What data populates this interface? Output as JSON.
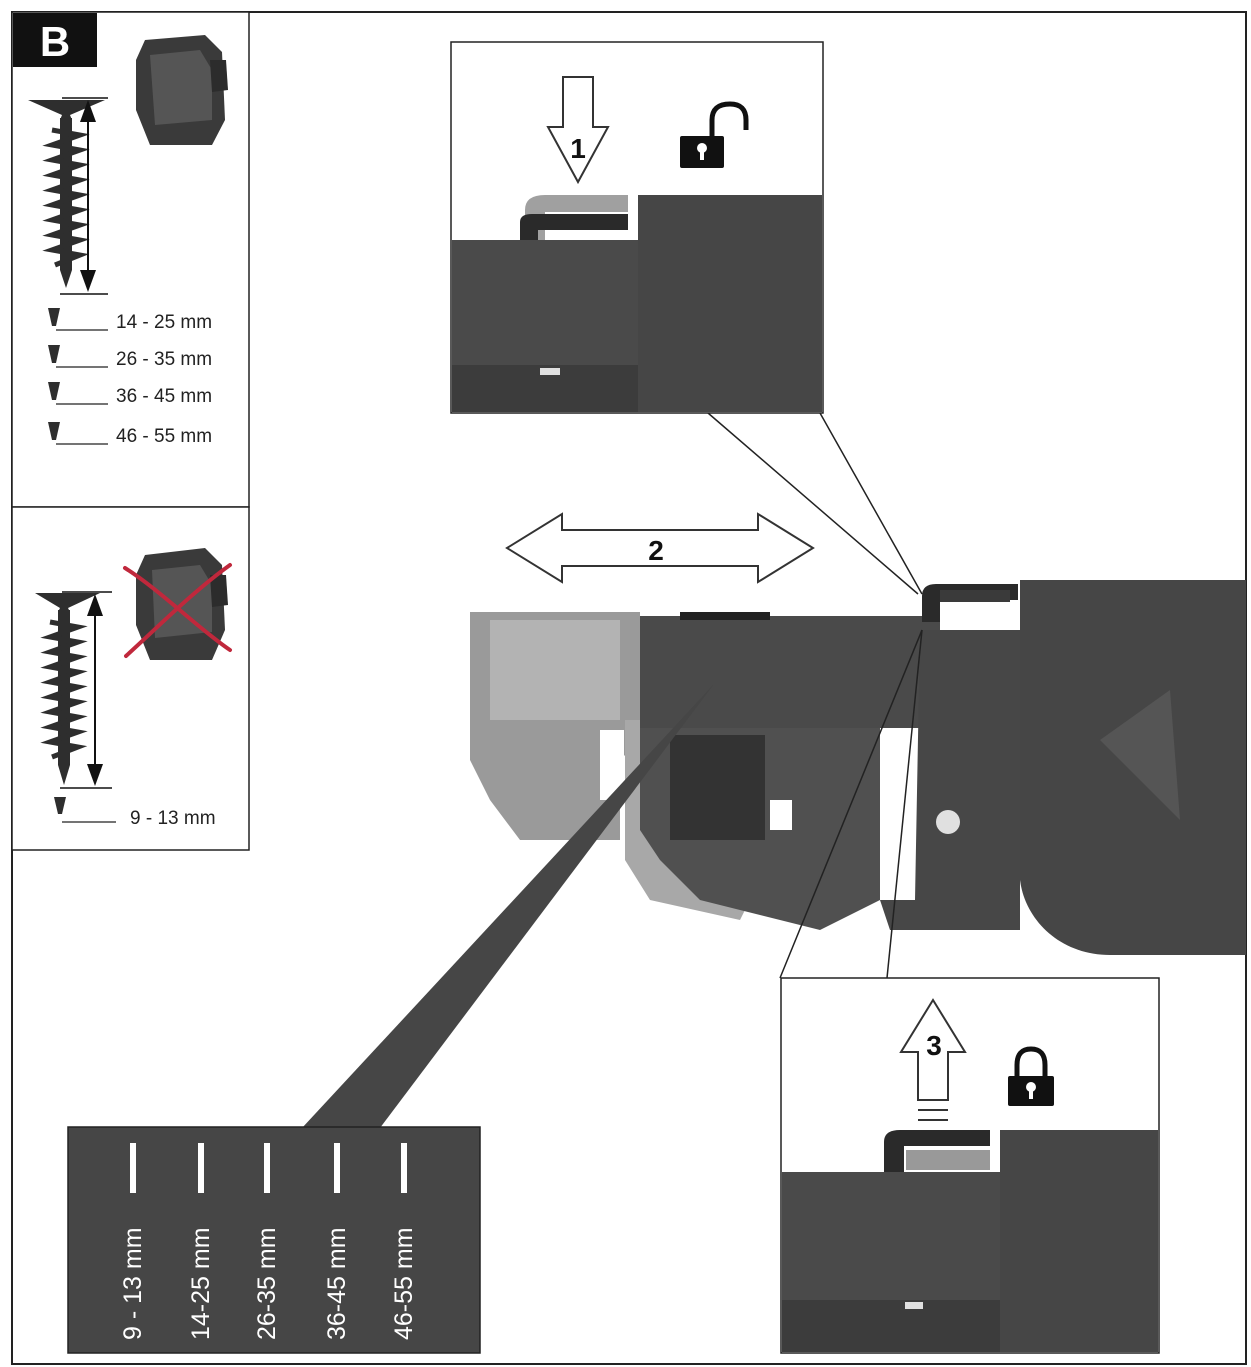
{
  "figure": {
    "label": "B",
    "top_panel": {
      "lengths": [
        "14 - 25 mm",
        "26 - 35 mm",
        "36 - 45 mm",
        "46 - 55 mm"
      ]
    },
    "bottom_panel": {
      "lengths": [
        "9 - 13 mm"
      ]
    },
    "steps": {
      "step1": "1",
      "step2": "2",
      "step3": "3"
    },
    "depth_scale": {
      "marks": [
        "9 - 13 mm",
        "14-25 mm",
        "26-35 mm",
        "36-45 mm",
        "46-55 mm"
      ]
    },
    "icons": {
      "unlocked": "padlock-open-icon",
      "locked": "padlock-closed-icon",
      "crossed_out": "cross-mark-icon"
    },
    "colors": {
      "tool_dark": "#4a4a4a",
      "tool_light": "#9a9a9a",
      "cross": "#c0283c",
      "scale_bg": "#464646"
    }
  }
}
